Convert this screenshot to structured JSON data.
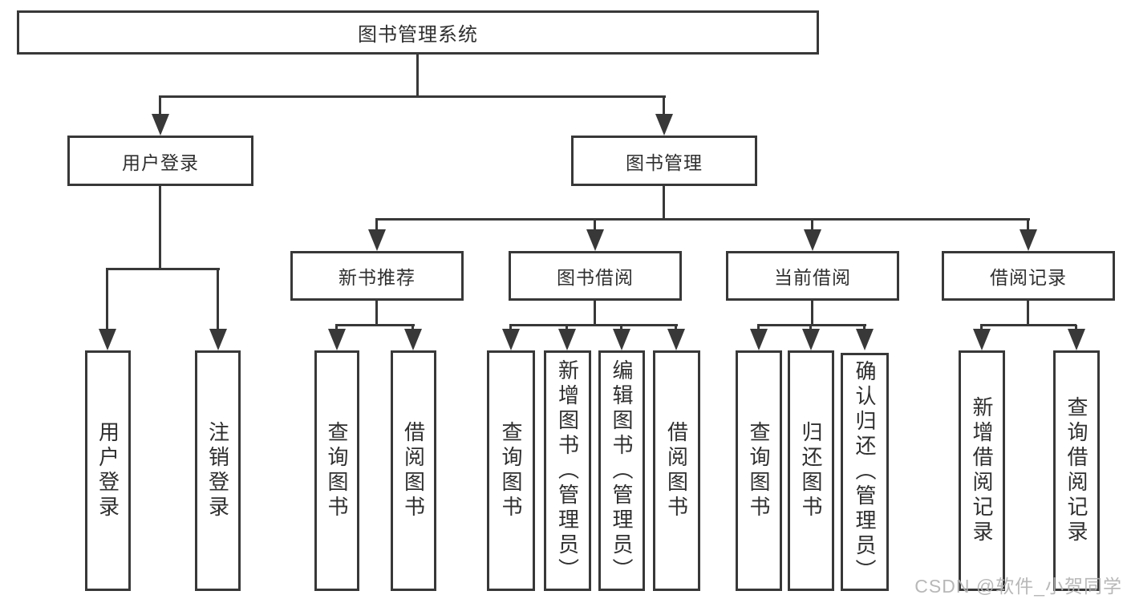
{
  "tree": {
    "root": "图书管理系统",
    "branches": [
      {
        "label": "用户登录",
        "children": [
          "用户登录",
          "注销登录"
        ]
      },
      {
        "label": "图书管理",
        "children": [
          {
            "label": "新书推荐",
            "children": [
              "查询图书",
              "借阅图书"
            ]
          },
          {
            "label": "图书借阅",
            "children": [
              "查询图书",
              "新增图书（管理员）",
              "编辑图书（管理员）",
              "借阅图书"
            ]
          },
          {
            "label": "当前借阅",
            "children": [
              "查询图书",
              "归还图书",
              "确认归还（管理员）"
            ]
          },
          {
            "label": "借阅记录",
            "children": [
              "新增借阅记录",
              "查询借阅记录"
            ]
          }
        ]
      }
    ]
  },
  "watermark": "CSDN @软件_小贺同学",
  "colors": {
    "line": "#383838",
    "text": "#2f2f2f",
    "watermark": "#b2b2b2",
    "background": "#ffffff"
  }
}
